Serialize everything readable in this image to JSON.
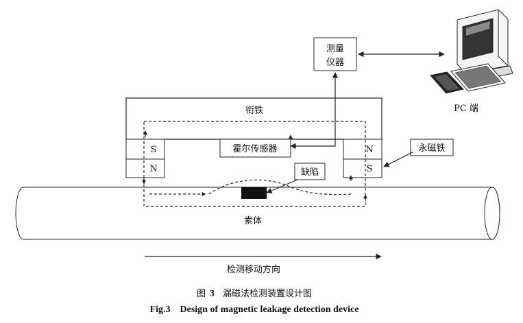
{
  "labels": {
    "meter_line1": "测量",
    "meter_line2": "仪器",
    "pc": "PC 端",
    "armature": "衔铁",
    "hall_sensor": "霍尔传感器",
    "permanent_magnet": "永磁铁",
    "defect": "缺陷",
    "cable": "索体",
    "direction": "检测移动方向",
    "left_magnet_top": "S",
    "left_magnet_bottom": "N",
    "right_magnet_top": "N",
    "right_magnet_bottom": "S"
  },
  "caption": {
    "cn_prefix": "图",
    "cn_number": "3",
    "cn_text": "漏磁法检测装置设计图",
    "en": "Fig.3    Design of magnetic leakage detection device"
  },
  "icons": {
    "pc": "desktop-computer-icon"
  },
  "colors": {
    "stroke": "#222222",
    "defect_fill": "#111111",
    "screen": "#333333"
  }
}
